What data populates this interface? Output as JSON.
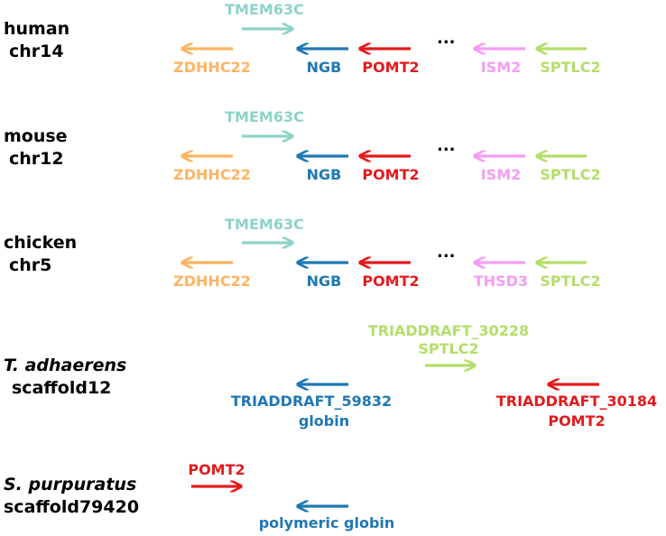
{
  "colors": {
    "ZDHHC22": "#fdb462",
    "TMEM63C": "#8dd3c7",
    "NGB": "#1f78b4",
    "POMT2": "#e31a1c",
    "ISM2": "#f49df5",
    "THSD3": "#f49df5",
    "SPTLC2": "#b3de69"
  },
  "tracks": [
    {
      "id": "human",
      "species_line1": "human",
      "species_line2": "chr14",
      "italic": false,
      "ellipsis": "...",
      "genes": [
        {
          "name": "ZDHHC22",
          "color_key": "ZDHHC22",
          "direction": "left"
        },
        {
          "name": "TMEM63C",
          "color_key": "TMEM63C",
          "direction": "right"
        },
        {
          "name": "NGB",
          "color_key": "NGB",
          "direction": "left"
        },
        {
          "name": "POMT2",
          "color_key": "POMT2",
          "direction": "left"
        },
        {
          "name": "ISM2",
          "color_key": "ISM2",
          "direction": "left"
        },
        {
          "name": "SPTLC2",
          "color_key": "SPTLC2",
          "direction": "left"
        }
      ]
    },
    {
      "id": "mouse",
      "species_line1": "mouse",
      "species_line2": "chr12",
      "italic": false,
      "ellipsis": "...",
      "genes": [
        {
          "name": "ZDHHC22",
          "color_key": "ZDHHC22",
          "direction": "left"
        },
        {
          "name": "TMEM63C",
          "color_key": "TMEM63C",
          "direction": "right"
        },
        {
          "name": "NGB",
          "color_key": "NGB",
          "direction": "left"
        },
        {
          "name": "POMT2",
          "color_key": "POMT2",
          "direction": "left"
        },
        {
          "name": "ISM2",
          "color_key": "ISM2",
          "direction": "left"
        },
        {
          "name": "SPTLC2",
          "color_key": "SPTLC2",
          "direction": "left"
        }
      ]
    },
    {
      "id": "chicken",
      "species_line1": "chicken",
      "species_line2": "chr5",
      "italic": false,
      "ellipsis": "...",
      "genes": [
        {
          "name": "ZDHHC22",
          "color_key": "ZDHHC22",
          "direction": "left"
        },
        {
          "name": "TMEM63C",
          "color_key": "TMEM63C",
          "direction": "right"
        },
        {
          "name": "NGB",
          "color_key": "NGB",
          "direction": "left"
        },
        {
          "name": "POMT2",
          "color_key": "POMT2",
          "direction": "left"
        },
        {
          "name": "THSD3",
          "color_key": "THSD3",
          "direction": "left"
        },
        {
          "name": "SPTLC2",
          "color_key": "SPTLC2",
          "direction": "left"
        }
      ]
    },
    {
      "id": "tadhaerens",
      "species_line1": "T. adhaerens",
      "species_line2": "scaffold12",
      "italic": true,
      "genes": [
        {
          "name": "TRIADDRAFT_30228",
          "name2": "SPTLC2",
          "color_key": "SPTLC2",
          "direction": "right"
        },
        {
          "name": "TRIADDRAFT_59832",
          "name2": "globin",
          "color_key": "NGB",
          "direction": "left"
        },
        {
          "name": "TRIADDRAFT_30184",
          "name2": "POMT2",
          "color_key": "POMT2",
          "direction": "left"
        }
      ]
    },
    {
      "id": "spurpuratus",
      "species_line1": "S. purpuratus",
      "species_line2": "scaffold79420",
      "italic": true,
      "genes": [
        {
          "name": "POMT2",
          "color_key": "POMT2",
          "direction": "right"
        },
        {
          "name": "polymeric globin",
          "color_key": "NGB",
          "direction": "left"
        }
      ]
    }
  ]
}
